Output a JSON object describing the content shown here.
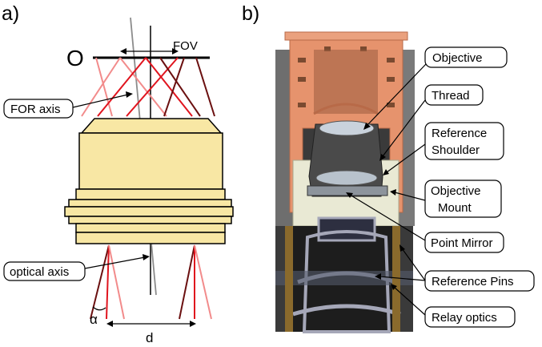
{
  "panel_a": {
    "label": "a)",
    "object_plane_label": "O",
    "fov_label": "FOV",
    "for_axis_label": "FOR axis",
    "optical_axis_label": "optical axis",
    "angle_label": "α",
    "distance_label": "d"
  },
  "panel_b": {
    "label": "b)",
    "callouts": [
      {
        "name": "callout-objective",
        "lines": [
          "Objective"
        ]
      },
      {
        "name": "callout-thread",
        "lines": [
          "Thread"
        ]
      },
      {
        "name": "callout-reference-shoulder",
        "lines": [
          "Reference",
          "Shoulder"
        ]
      },
      {
        "name": "callout-objective-mount",
        "lines": [
          "Objective",
          "Mount"
        ]
      },
      {
        "name": "callout-point-mirror",
        "lines": [
          "Point Mirror"
        ]
      },
      {
        "name": "callout-reference-pins",
        "lines": [
          "Reference Pins"
        ]
      },
      {
        "name": "callout-relay-optics",
        "lines": [
          "Relay optics"
        ]
      }
    ]
  },
  "colors": {
    "lens_fill": "#f8e7a4",
    "lens_stroke": "#000000",
    "ray_red": "#e0141e",
    "ray_dark": "#6b1010",
    "ray_pink": "#f28b8b",
    "copper": "#e6936d",
    "copper_dark": "#b86a48",
    "housing_dark": "#2b2b2b",
    "mount_cream": "#e9e9d4",
    "relay_grey": "#a5a7b8",
    "brass": "#8a6a2c"
  }
}
